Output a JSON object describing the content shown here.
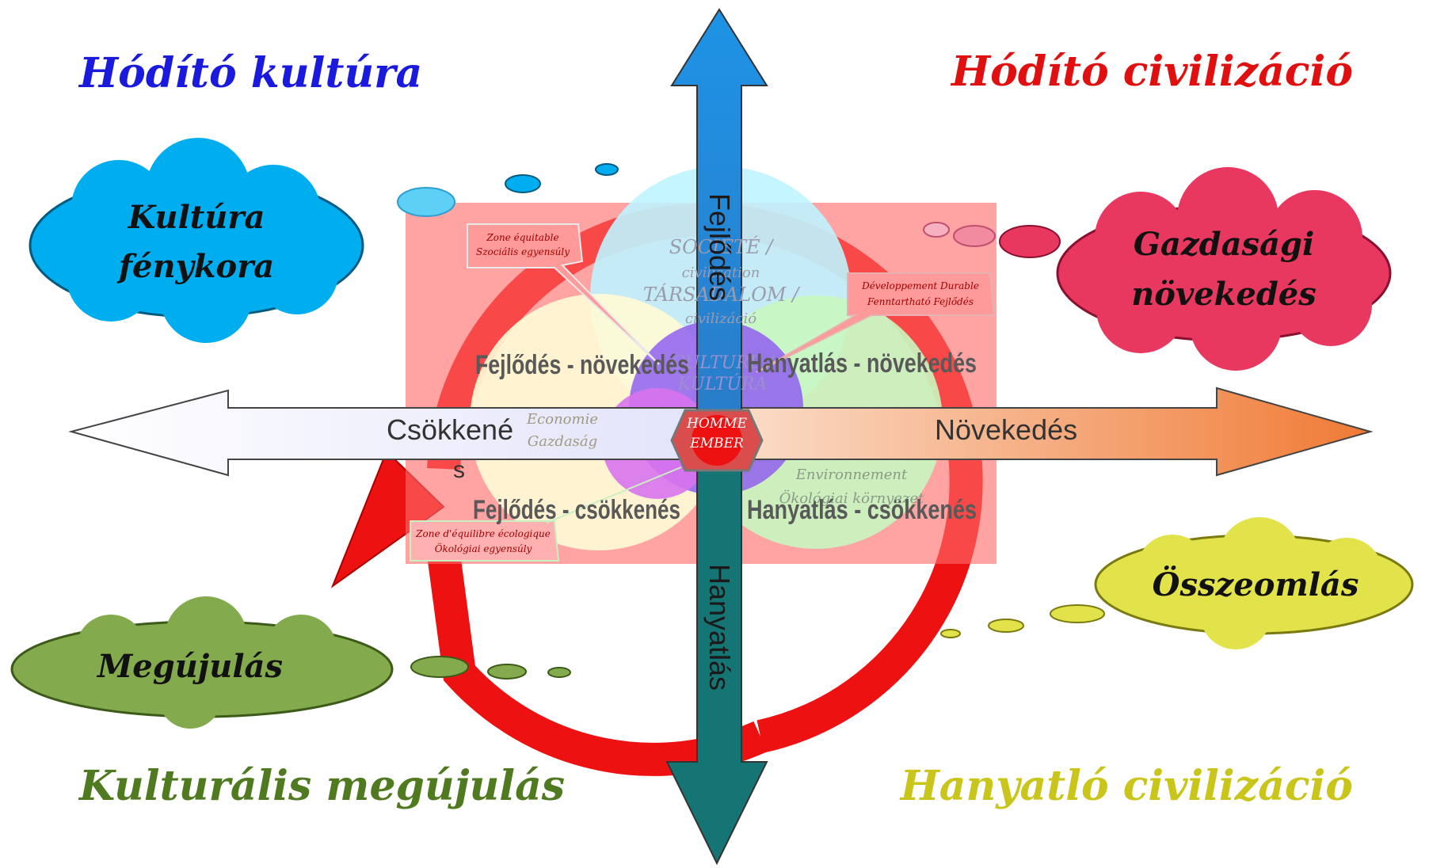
{
  "corners": {
    "top_left": "Hódító kultúra",
    "top_right": "Hódító civilizáció",
    "bottom_left": "Kulturális megújulás",
    "bottom_right": "Hanyatló civilizáció"
  },
  "clouds": {
    "culture_line1": "Kultúra",
    "culture_line2": "fénykora",
    "growth_line1": "Gazdasági",
    "growth_line2": "növekedés",
    "collapse": "Összeomlás",
    "renewal": "Megújulás"
  },
  "axes": {
    "up": "Fejlődés",
    "down": "Hanyatlás",
    "left_part1": "Csökkené",
    "left_part2": "s",
    "right": "Növekedés"
  },
  "quadrants": {
    "top_left": "Fejlődés - növekedés",
    "top_right": "Hanyatlás - növekedés",
    "bottom_left": "Fejlődés - csökkenés",
    "bottom_right": "Hanyatlás - csökkenés"
  },
  "venn": {
    "society_l1": "SOCIÉTÉ /",
    "society_l2": "civilisation",
    "society_l3": "TÁRSADALOM /",
    "society_l4": "civilizáció",
    "culture_l1": "CULTURE /",
    "culture_l2": "KULTÚRA",
    "economy_l1": "Economie",
    "economy_l2": "Gazdaság",
    "environment_l1": "Environnement",
    "environment_l2": "Ökológiai környezet",
    "human_l1": "HOMME",
    "human_l2": "EMBER"
  },
  "callouts": {
    "social_l1": "Zone équitable",
    "social_l2": "Szociális egyensúly",
    "sustainable_l1": "Développement Durable",
    "sustainable_l2": "Fenntartható Fejlődés",
    "ecological_l1": "Zone d'équilibre écologique",
    "ecological_l2": "Ökológiai egyensúly"
  },
  "colors": {
    "conquering_culture": "#1a1adf",
    "conquering_civilization": "#e01010",
    "cultural_renewal": "#4f7a1f",
    "declining_civilization": "#c9c51a",
    "cycle_arrow": "#ee1111",
    "culture_cloud": "#00aeef",
    "growth_cloud": "#e8385f",
    "collapse_cloud": "#e2e24a",
    "renewal_cloud": "#83ab4d",
    "axis_up": "#1f8fe0",
    "axis_down": "#137474",
    "axis_left": "#e5e5ff",
    "axis_right": "#f08a47"
  }
}
